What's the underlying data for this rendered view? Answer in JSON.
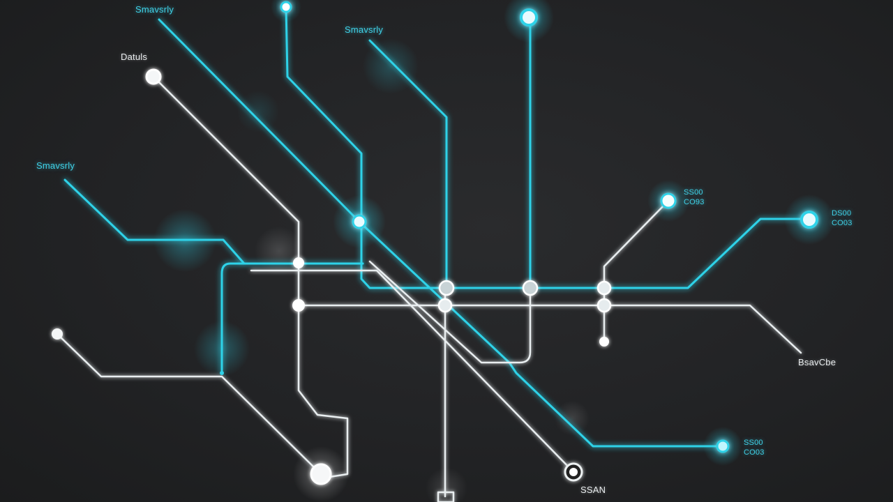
{
  "colors": {
    "background": "#202122",
    "cyan": "#2fd2e8",
    "white": "#e9eef0",
    "node_fill": "#ffffff",
    "interchange_fill": "#c8d3d6"
  },
  "labels": {
    "top_left_cyan": "Smavsrly",
    "top_mid_cyan": "Smavsrly",
    "left_white": "Datuls",
    "left_cyan": "Smavsrly",
    "right_top_1": "SS00",
    "right_top_2": "CO93",
    "right_far_1": "DS00",
    "right_far_2": "CO03",
    "right_white": "BsavCbe",
    "bottom_right_1": "SS00",
    "bottom_right_2": "CO03",
    "bottom_white": "SSAN"
  }
}
